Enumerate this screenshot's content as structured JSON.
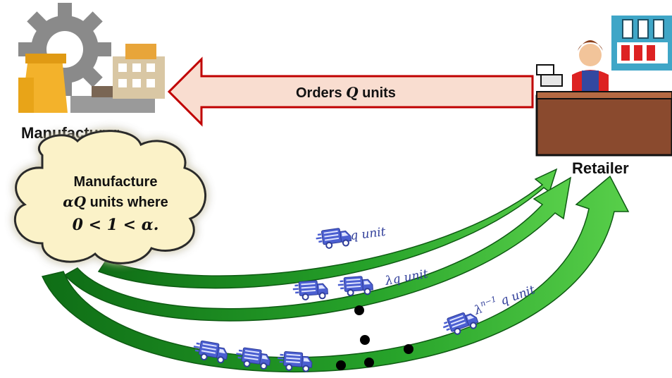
{
  "manufacturer": {
    "label": "Manufacturer"
  },
  "retailer": {
    "label": "Retailer"
  },
  "order_arrow": {
    "text_prefix": "Orders ",
    "text_var": "Q",
    "text_suffix": " units"
  },
  "cloud": {
    "line1": "Manufacture",
    "line2_var": "αQ",
    "line2_text": " units where",
    "line3": "0 < 1 < α."
  },
  "shipments": [
    {
      "coef": "",
      "unit": "q unit"
    },
    {
      "coef": "λ",
      "unit": "q unit"
    },
    {
      "coef": "λ",
      "sup": "n−1",
      "unit": " q unit"
    }
  ],
  "colors": {
    "order_fill": "#f9ddd0",
    "order_stroke": "#c00000",
    "arrow_green": "#1e8c1e",
    "arrow_green_light": "#5cc85c",
    "cloud_fill": "#fbf2c8",
    "truck_blue": "#4b5fd1",
    "counter_brown": "#8a4a2e"
  }
}
